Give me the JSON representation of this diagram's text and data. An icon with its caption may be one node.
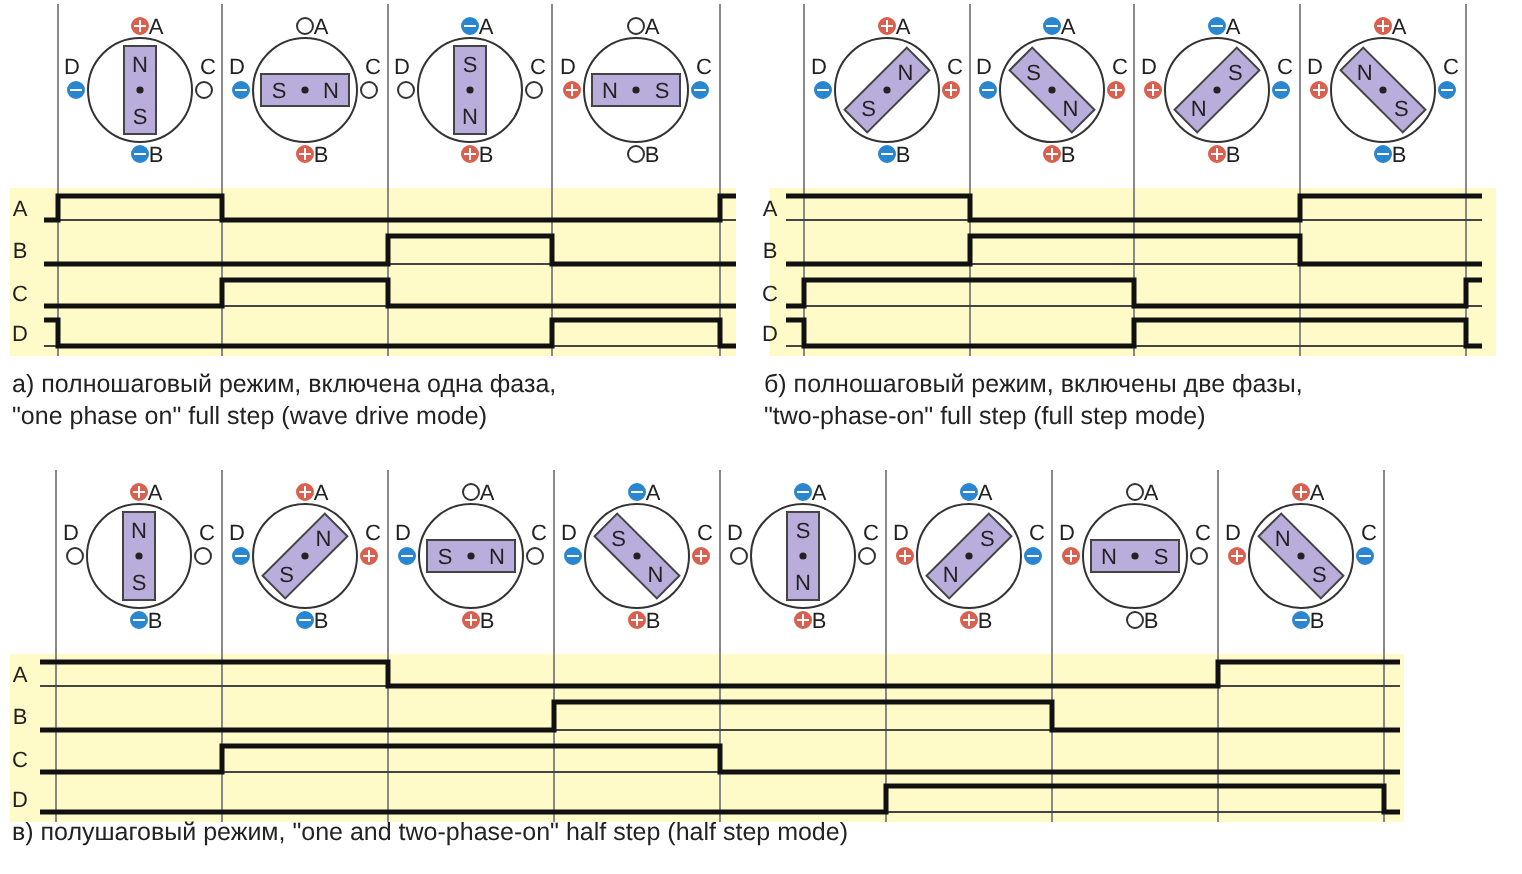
{
  "diagram": {
    "labels": [
      "A",
      "D",
      "C",
      "B",
      "N",
      "S",
      "A",
      "D",
      "C",
      "B",
      "S",
      "N",
      "A",
      "D",
      "C",
      "B",
      "S",
      "N",
      "A",
      "D",
      "C",
      "B",
      "N",
      "S",
      "A",
      "B",
      "C",
      "D",
      "а) полношаговый режим, включена одна фаза, \"one phase on\" full step (wave drive mode)",
      "A",
      "D",
      "C",
      "B",
      "N",
      "S",
      "A",
      "D",
      "C",
      "B",
      "S",
      "N",
      "A",
      "D",
      "C",
      "B",
      "S",
      "N",
      "A",
      "D",
      "C",
      "B",
      "N",
      "S",
      "A",
      "B",
      "C",
      "D",
      "б) полношаговый режим, включены две фазы, \"two-phase-on\" full step (full step mode)",
      "A",
      "D",
      "C",
      "B",
      "N",
      "S",
      "A",
      "D",
      "C",
      "B",
      "N",
      "S",
      "A",
      "D",
      "C",
      "B",
      "S",
      "N",
      "A",
      "D",
      "C",
      "B",
      "S",
      "N",
      "A",
      "D",
      "C",
      "B",
      "S",
      "N",
      "A",
      "D",
      "C",
      "B",
      "S",
      "N",
      "A",
      "D",
      "C",
      "B",
      "N",
      "S",
      "A",
      "D",
      "C",
      "B",
      "N",
      "S",
      "A",
      "B",
      "C",
      "D",
      "в) полушаговый режим, \"one and two-phase-on\" half step (half step mode)"
    ]
  }
}
